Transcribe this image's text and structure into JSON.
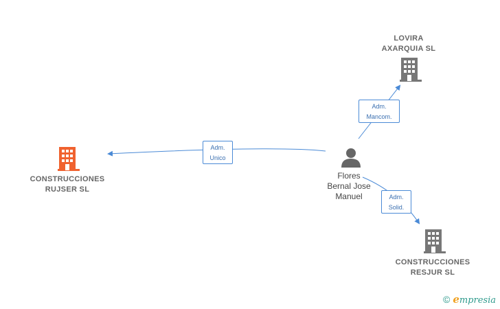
{
  "nodes": {
    "rujser": {
      "label_line1": "CONSTRUCCIONES",
      "label_line2": "RUJSER  SL",
      "color": "#f0622f",
      "icon": "building-icon"
    },
    "lovira": {
      "label_line1": "LOVIRA",
      "label_line2": "AXARQUIA SL",
      "color": "#777777",
      "icon": "building-icon"
    },
    "resjur": {
      "label_line1": "CONSTRUCCIONES",
      "label_line2": "RESJUR  SL",
      "color": "#777777",
      "icon": "building-icon"
    },
    "person": {
      "line1": "Flores",
      "line2": "Bernal Jose",
      "line3": "Manuel",
      "icon": "person-icon"
    }
  },
  "edges": {
    "to_rujser": {
      "line1": "Adm.",
      "line2": "Unico"
    },
    "to_lovira": {
      "line1": "Adm.",
      "line2": "Mancom."
    },
    "to_resjur": {
      "line1": "Adm.",
      "line2": "Solid."
    }
  },
  "colors": {
    "edge": "#4a8ad6"
  },
  "brand": {
    "copyright": "©",
    "e_letter": "e",
    "name": "mpresia"
  }
}
